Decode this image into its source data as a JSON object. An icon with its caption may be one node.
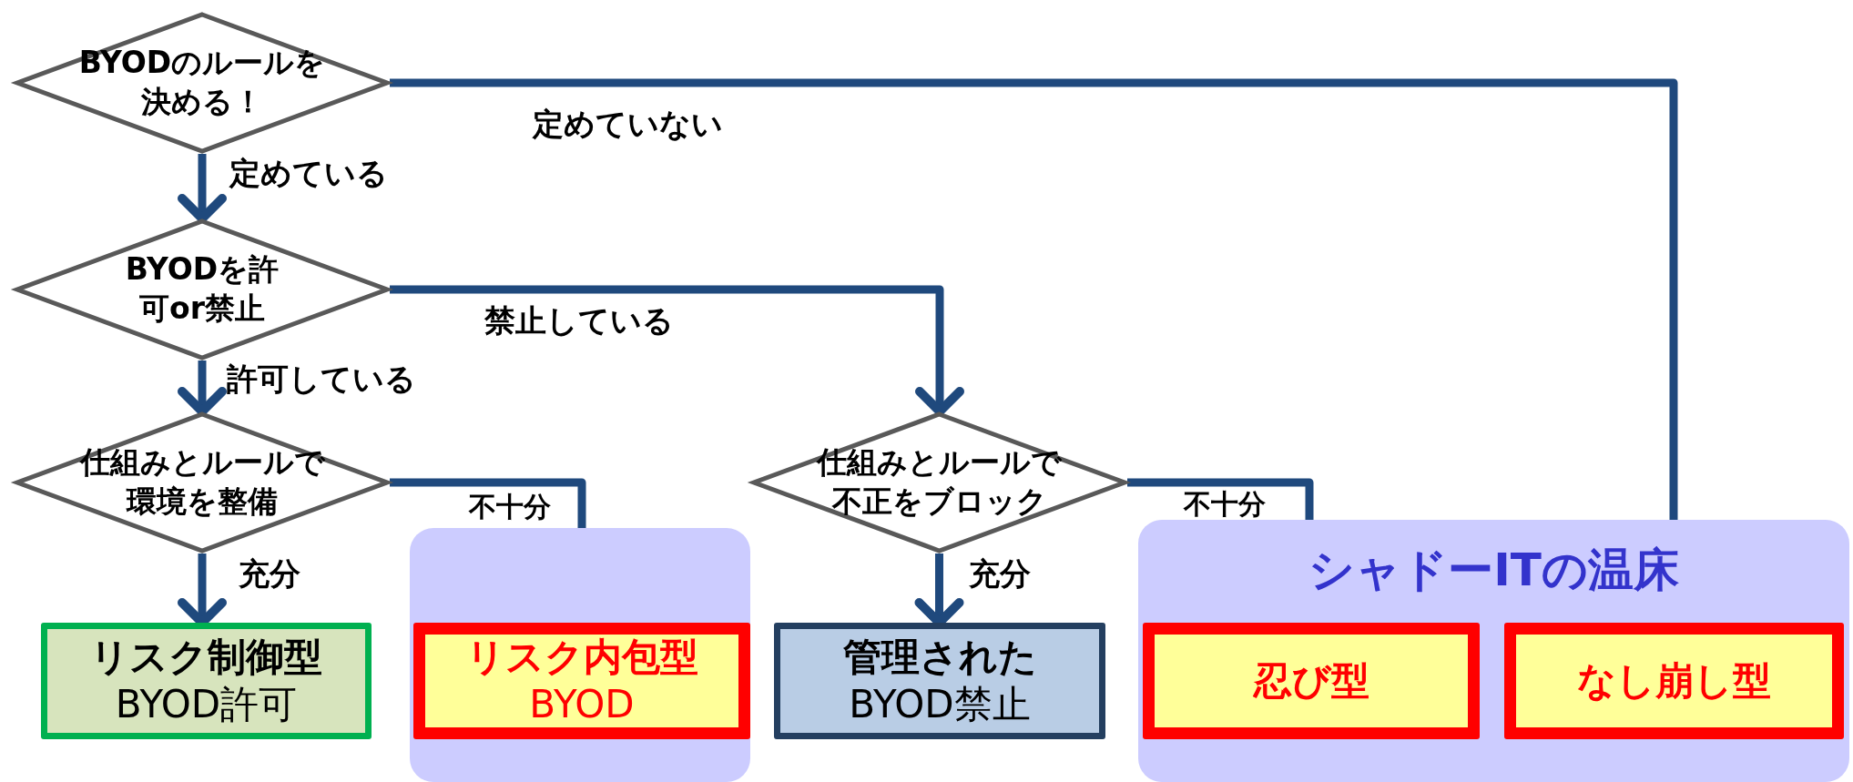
{
  "diagram": {
    "nodes": [
      {
        "text": [
          "BYODのルールを決める！"
        ]
      },
      {
        "text": [
          "BYODを許可or禁止"
        ]
      },
      {
        "text": [
          "仕組みとルールで環境を整備"
        ]
      },
      {
        "text": [
          "仕組みとルールで不正をブロック"
        ]
      },
      {
        "text": [
          "リスク制御型",
          "BYOD許可"
        ]
      },
      {
        "text": [],
        "shape": "box"
      },
      {
        "text": [
          "リスク内包型",
          "BYOD"
        ],
        "in": 5
      },
      {
        "text": [
          "管理された",
          "BYOD禁止"
        ]
      },
      {
        "text": [
          "シャドーITの温床"
        ]
      },
      {
        "text": [
          "忍び型"
        ],
        "in": 8
      },
      {
        "text": [
          "なし崩し型"
        ],
        "in": 8
      }
    ],
    "edges": [
      {
        "from": 0,
        "to": 1,
        "arrow": "to",
        "label": "定めている"
      },
      {
        "from": 0,
        "to": 8,
        "arrow": "none",
        "label": "定めていない"
      },
      {
        "from": 1,
        "to": 2,
        "arrow": "to",
        "label": "許可している"
      },
      {
        "from": 1,
        "to": 3,
        "arrow": "to",
        "label": "禁止している"
      },
      {
        "from": 2,
        "to": 4,
        "arrow": "to",
        "label": "充分"
      },
      {
        "from": 2,
        "to": 5,
        "arrow": "none",
        "label": "不十分"
      },
      {
        "from": 3,
        "to": 7,
        "arrow": "to",
        "label": "充分"
      },
      {
        "from": 3,
        "to": 8,
        "arrow": "none",
        "label": "不十分"
      }
    ]
  }
}
